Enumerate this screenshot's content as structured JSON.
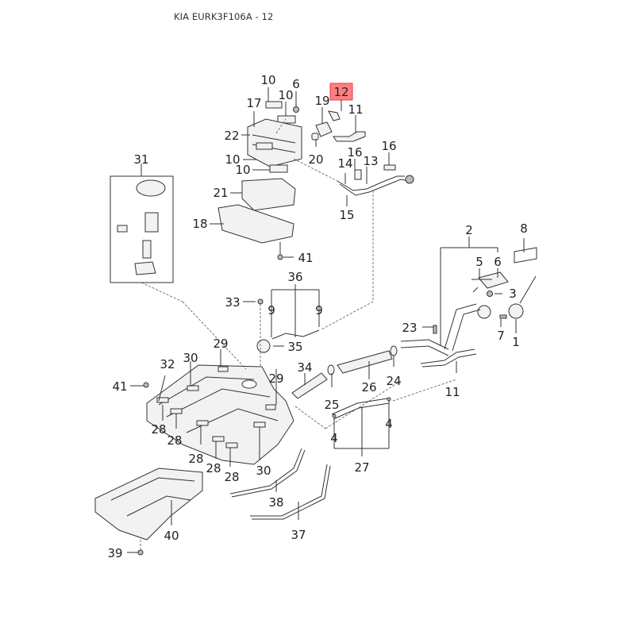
{
  "header": {
    "title": "KIA EURK3F106A - 12"
  },
  "diagram": {
    "highlighted_part": "12",
    "highlight_color": "#ff7f7f",
    "highlight_border_color": "#e03c3c",
    "callouts": [
      {
        "id": "c-10a",
        "label": "10"
      },
      {
        "id": "c-6a",
        "label": "6"
      },
      {
        "id": "c-10b",
        "label": "10"
      },
      {
        "id": "c-17",
        "label": "17"
      },
      {
        "id": "c-12",
        "label": "12"
      },
      {
        "id": "c-19",
        "label": "19"
      },
      {
        "id": "c-11a",
        "label": "11"
      },
      {
        "id": "c-22",
        "label": "22"
      },
      {
        "id": "c-16a",
        "label": "16"
      },
      {
        "id": "c-16b",
        "label": "16"
      },
      {
        "id": "c-10c",
        "label": "10"
      },
      {
        "id": "c-20",
        "label": "20"
      },
      {
        "id": "c-14",
        "label": "14"
      },
      {
        "id": "c-13",
        "label": "13"
      },
      {
        "id": "c-10d",
        "label": "10"
      },
      {
        "id": "c-31",
        "label": "31"
      },
      {
        "id": "c-21",
        "label": "21"
      },
      {
        "id": "c-15",
        "label": "15"
      },
      {
        "id": "c-18",
        "label": "18"
      },
      {
        "id": "c-41a",
        "label": "41"
      },
      {
        "id": "c-2",
        "label": "2"
      },
      {
        "id": "c-8",
        "label": "8"
      },
      {
        "id": "c-5",
        "label": "5"
      },
      {
        "id": "c-6b",
        "label": "6"
      },
      {
        "id": "c-36",
        "label": "36"
      },
      {
        "id": "c-33",
        "label": "33"
      },
      {
        "id": "c-9a",
        "label": "9"
      },
      {
        "id": "c-9b",
        "label": "9"
      },
      {
        "id": "c-3",
        "label": "3"
      },
      {
        "id": "c-23",
        "label": "23"
      },
      {
        "id": "c-7",
        "label": "7"
      },
      {
        "id": "c-1",
        "label": "1"
      },
      {
        "id": "c-35",
        "label": "35"
      },
      {
        "id": "c-29a",
        "label": "29"
      },
      {
        "id": "c-30a",
        "label": "30"
      },
      {
        "id": "c-32",
        "label": "32"
      },
      {
        "id": "c-34",
        "label": "34"
      },
      {
        "id": "c-29b",
        "label": "29"
      },
      {
        "id": "c-26",
        "label": "26"
      },
      {
        "id": "c-24",
        "label": "24"
      },
      {
        "id": "c-11b",
        "label": "11"
      },
      {
        "id": "c-41b",
        "label": "41"
      },
      {
        "id": "c-25",
        "label": "25"
      },
      {
        "id": "c-28a",
        "label": "28"
      },
      {
        "id": "c-28b",
        "label": "28"
      },
      {
        "id": "c-4a",
        "label": "4"
      },
      {
        "id": "c-4b",
        "label": "4"
      },
      {
        "id": "c-28c",
        "label": "28"
      },
      {
        "id": "c-28d",
        "label": "28"
      },
      {
        "id": "c-28e",
        "label": "28"
      },
      {
        "id": "c-30b",
        "label": "30"
      },
      {
        "id": "c-27",
        "label": "27"
      },
      {
        "id": "c-38",
        "label": "38"
      },
      {
        "id": "c-37",
        "label": "37"
      },
      {
        "id": "c-40",
        "label": "40"
      },
      {
        "id": "c-39",
        "label": "39"
      }
    ]
  }
}
